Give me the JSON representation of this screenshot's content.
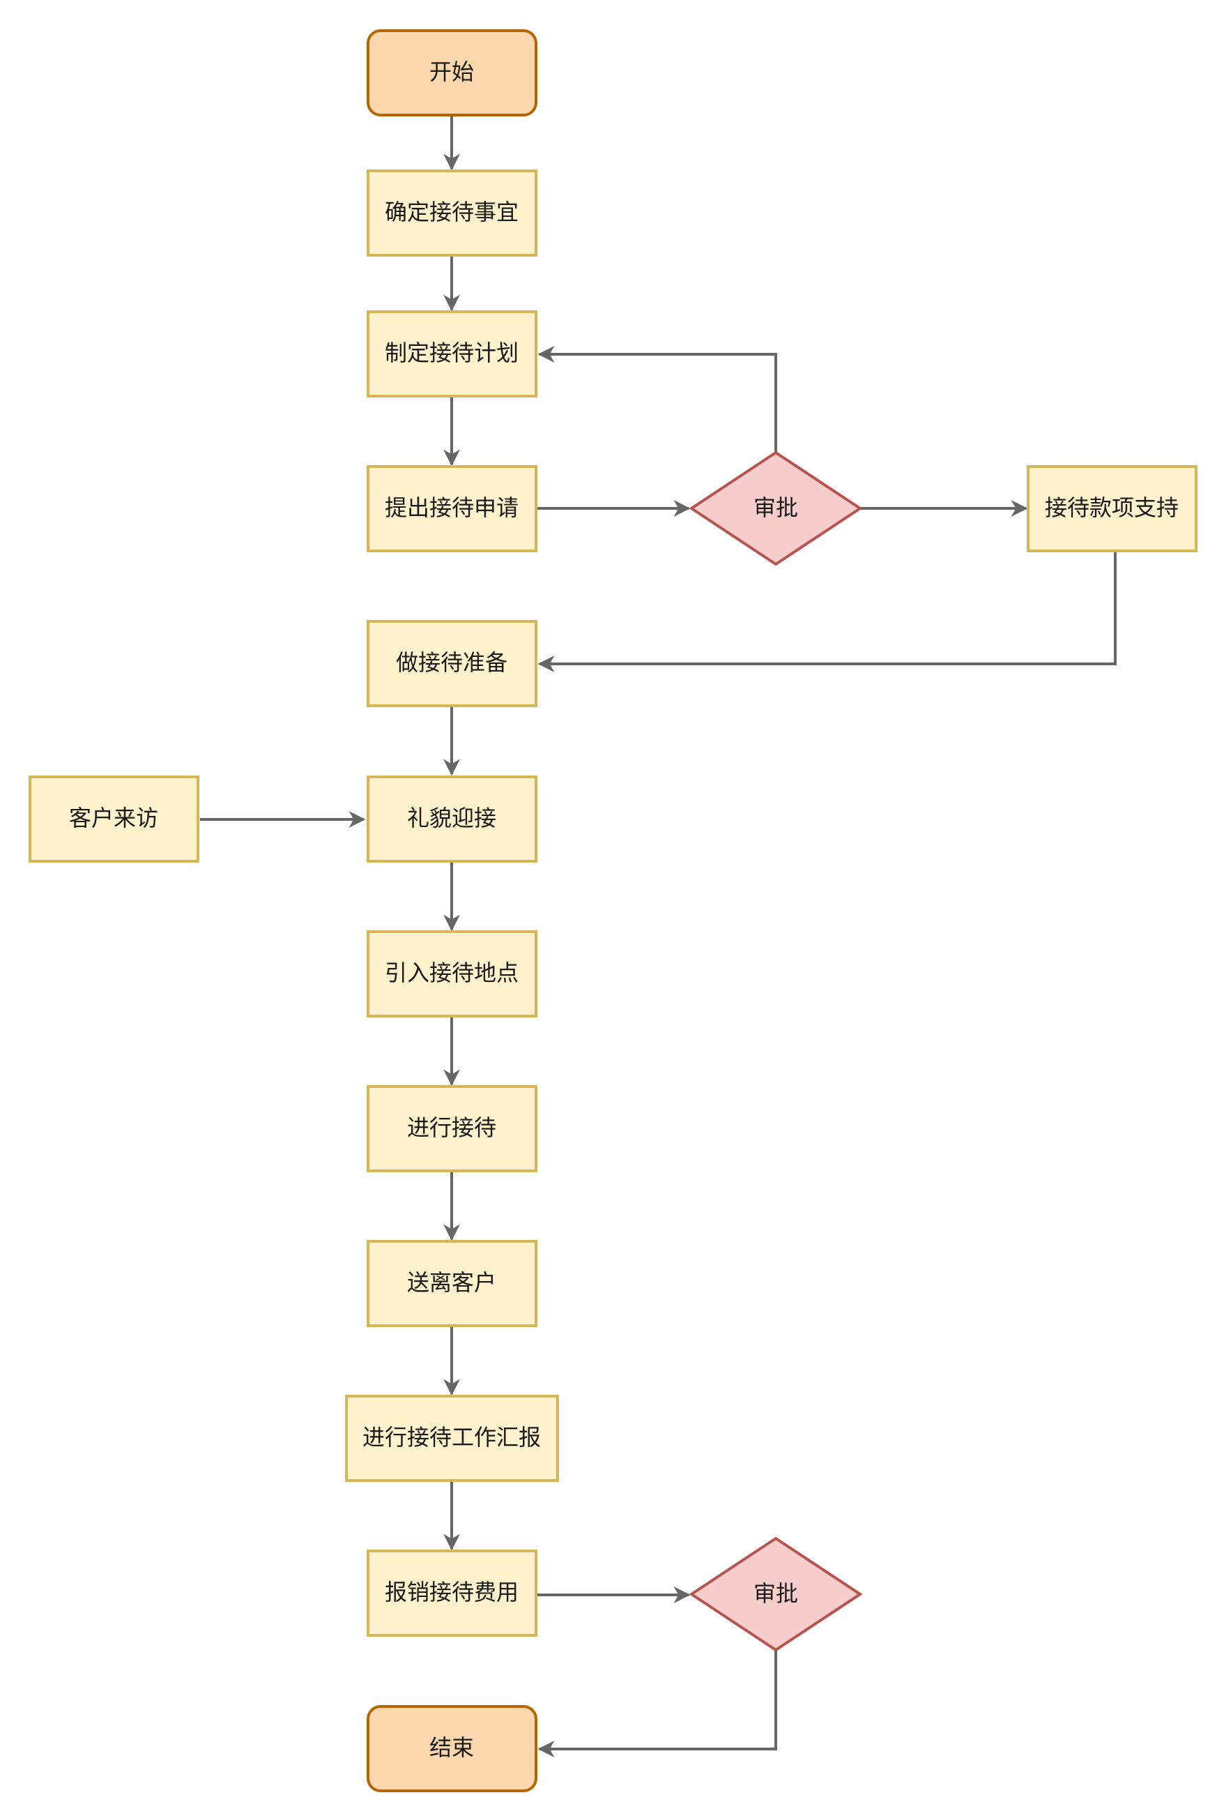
{
  "colors": {
    "terminal_fill": "#FAD7AC",
    "terminal_stroke": "#B46504",
    "process_fill": "#FFF2CC",
    "process_stroke": "#D6B656",
    "decision_fill": "#F8CECC",
    "decision_stroke": "#B85450",
    "edge": "#666666"
  },
  "nodes": {
    "start": "开始",
    "confirm": "确定接待事宜",
    "plan": "制定接待计划",
    "apply": "提出接待申请",
    "approve1": "审批",
    "funds": "接待款项支持",
    "prepare": "做接待准备",
    "visit": "客户来访",
    "greet": "礼貌迎接",
    "guide": "引入接待地点",
    "receive": "进行接待",
    "send_off": "送离客户",
    "report": "进行接待工作汇报",
    "reimburse": "报销接待费用",
    "approve2": "审批",
    "end": "结束"
  }
}
